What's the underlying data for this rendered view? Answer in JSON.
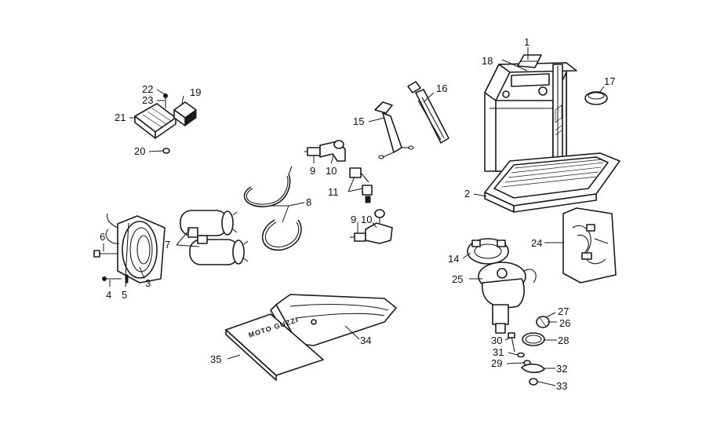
{
  "background_color": "#ffffff",
  "line_color": "#1a1a1a",
  "labels": {
    "l1": "1",
    "l2": "2",
    "l3": "3",
    "l4": "4",
    "l5": "5",
    "l6": "6",
    "l7": "7",
    "l8": "8",
    "l9a": "9",
    "l9b": "9",
    "l10a": "10",
    "l10b": "10",
    "l11": "11",
    "l14": "14",
    "l15": "15",
    "l16": "16",
    "l17": "17",
    "l18": "18",
    "l19": "19",
    "l20": "20",
    "l21": "21",
    "l22": "22",
    "l23": "23",
    "l24": "24",
    "l25": "25",
    "l26": "26",
    "l27": "27",
    "l28": "28",
    "l29": "29",
    "l30": "30",
    "l31": "31",
    "l32": "32",
    "l33": "33",
    "l34": "34",
    "l35": "35"
  },
  "manual_brand": "MOTO GUZZI"
}
